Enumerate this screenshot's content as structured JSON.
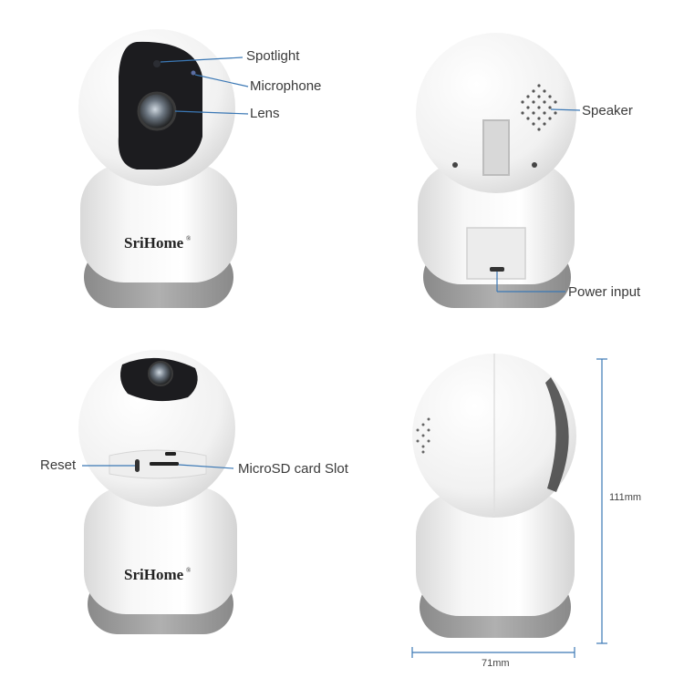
{
  "brand": {
    "name": "SriHome",
    "mark": "®"
  },
  "callouts": {
    "spotlight": "Spotlight",
    "microphone": "Microphone",
    "lens": "Lens",
    "speaker": "Speaker",
    "power_input": "Power input",
    "reset": "Reset",
    "microsd_slot": "MicroSD card Slot"
  },
  "dimensions": {
    "height": "111mm",
    "width": "71mm"
  },
  "colors": {
    "callout_line": "#3b78b5",
    "body_white": "#f4f4f4",
    "base_gray": "#9a9a9a",
    "lens_panel": "#1c1c1f"
  }
}
